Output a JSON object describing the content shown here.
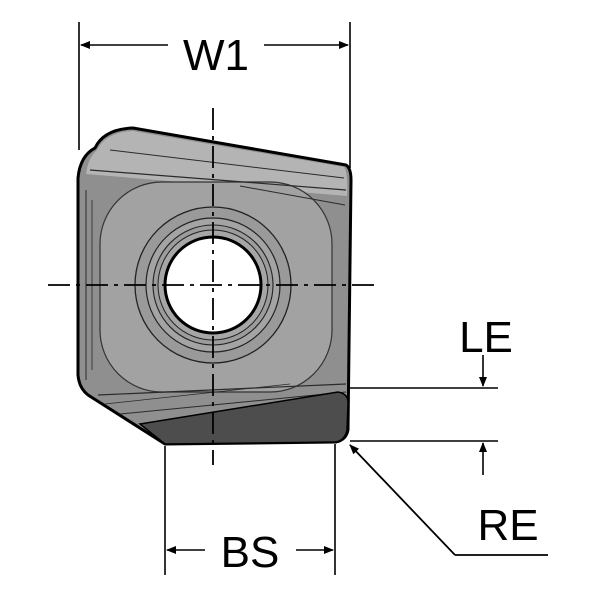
{
  "labels": {
    "w1": "W1",
    "le": "LE",
    "bs": "BS",
    "re": "RE"
  },
  "colors": {
    "insert_body": "#8f8f8f",
    "insert_light": "#b4b4b4",
    "insert_mid": "#a2a2a2",
    "ring_fill": "#9a9a9a",
    "land_dark": "#4d4d4d",
    "hole": "#ffffff",
    "line": "#000000"
  }
}
